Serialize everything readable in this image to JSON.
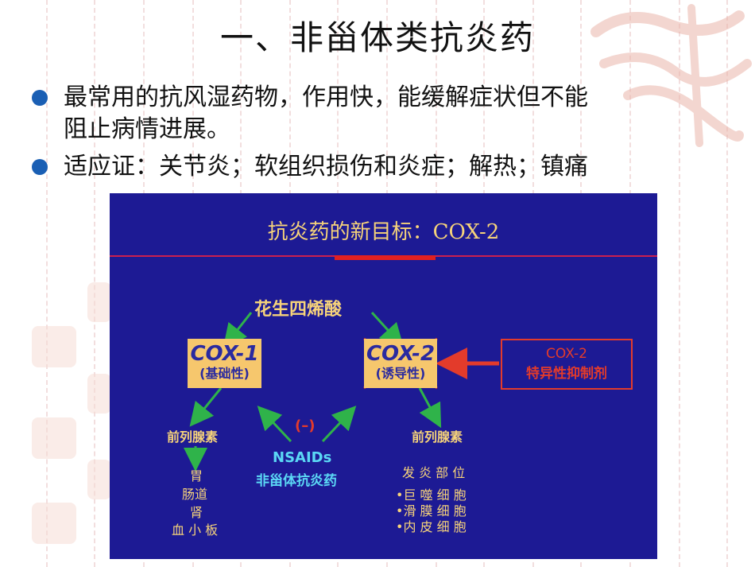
{
  "slide": {
    "title": "一、非甾体类抗炎药",
    "bullets": [
      {
        "line1": "最常用的抗风湿药物，作用快，能缓解症状但不能",
        "line2": "阻止病情进展。"
      },
      {
        "line1": "适应证：关节炎；软组织损伤和炎症；解热；镇痛"
      }
    ]
  },
  "diagram": {
    "title": "抗炎药的新目标：COX-2",
    "source": "花生四烯酸",
    "cox1": {
      "name": "COX-1",
      "type": "(基础性)"
    },
    "cox2": {
      "name": "COX-2",
      "type": "(诱导性)"
    },
    "specific": {
      "line1": "COX-2",
      "line2": "特异性抑制剂"
    },
    "inhibit_sign": "(–)",
    "nsaids": {
      "line1": "NSAIDs",
      "line2": "非甾体抗炎药"
    },
    "left_product": "前列腺素",
    "left_targets": [
      "胃",
      "肠道",
      "肾",
      "血 小 板"
    ],
    "right_product": "前列腺素",
    "right_effect": "发 炎 部 位",
    "right_cells": [
      "•巨 噬 细 胞",
      "•滑 膜 细 胞",
      "•内 皮 细 胞"
    ]
  },
  "colors": {
    "panel_bg": "#1d1a94",
    "box_fill": "#f6c76d",
    "arrow_green": "#2fb34a",
    "accent_red": "#e33b2b",
    "bullet_blue": "#1a5fb4"
  }
}
